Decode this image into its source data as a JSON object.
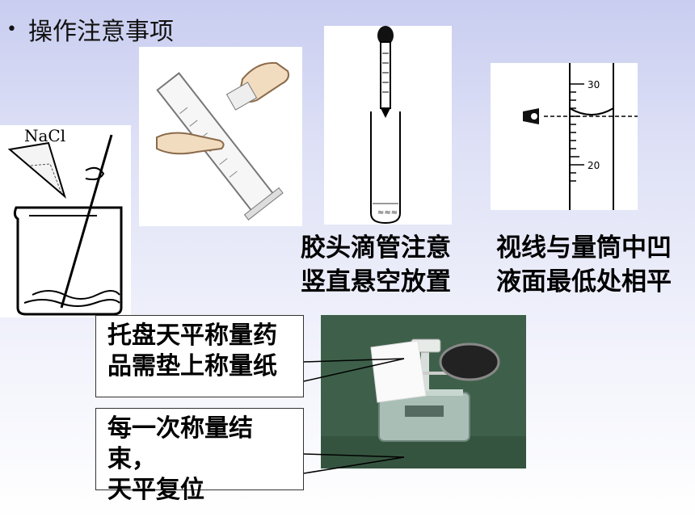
{
  "slide": {
    "bullet": "•",
    "title": "操作注意事项"
  },
  "panels": {
    "beaker": {
      "label": "NaCl"
    },
    "cylinder": {
      "tick_top": "30",
      "tick_bottom": "20"
    }
  },
  "captions": {
    "dropper": "胶头滴管注意\n竖直悬空放置",
    "reading": "视线与量筒中凹\n液面最低处相平"
  },
  "notes": {
    "weighing_paper": "托盘天平称量药\n品需垫上称量纸",
    "reset": "每一次称量结束，\n天平复位"
  }
}
